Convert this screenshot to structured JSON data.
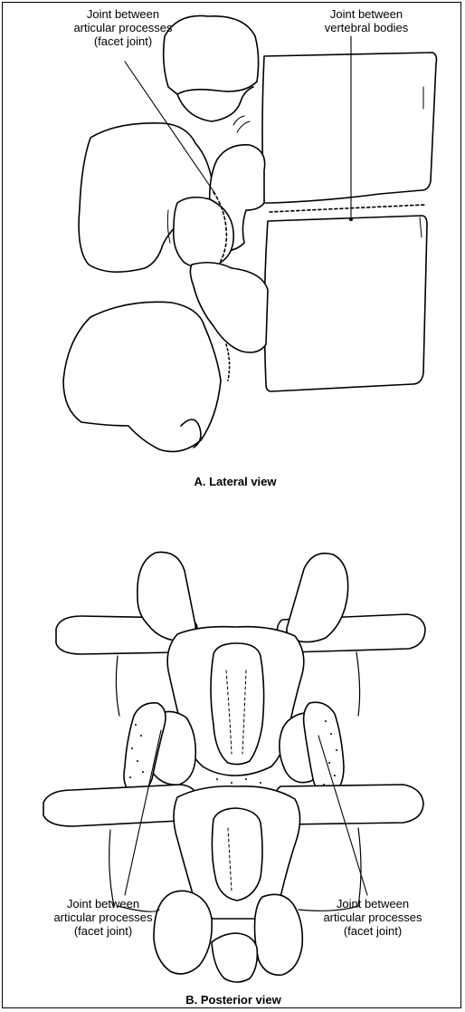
{
  "panels": [
    {
      "caption": "A. Lateral view",
      "labels": [
        "Joint between\narticular processes\n(facet joint)",
        "Joint between\nvertebral bodies"
      ]
    },
    {
      "caption": "B. Posterior view",
      "labels": [
        "Joint between\narticular processes\n(facet joint)",
        "Joint between\narticular processes\n(facet joint)"
      ]
    }
  ],
  "colors": {
    "ink": "#000000",
    "background": "#ffffff"
  }
}
